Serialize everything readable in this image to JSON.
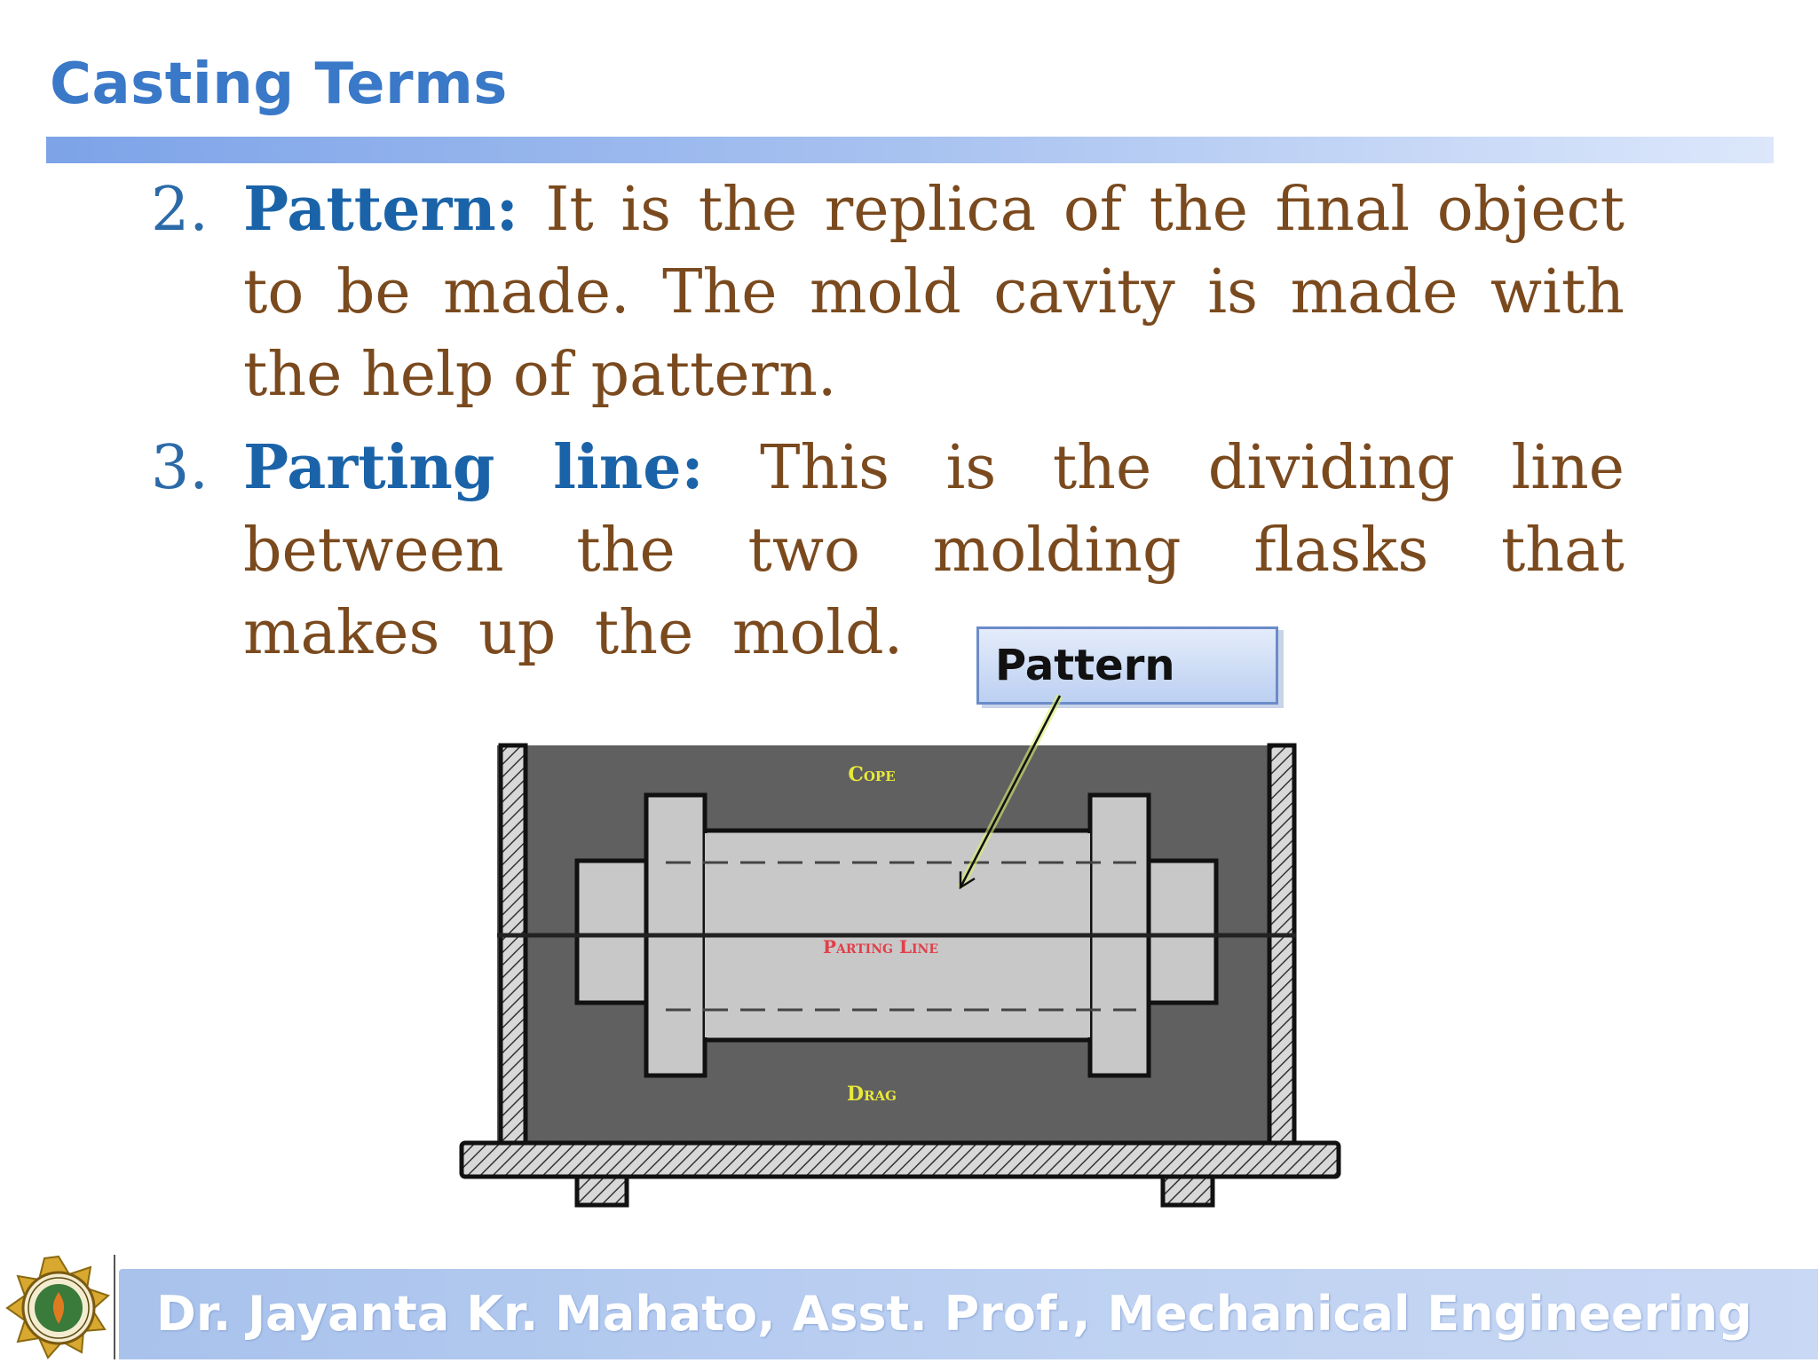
{
  "slide": {
    "title": "Casting Terms"
  },
  "items": [
    {
      "number": "2.",
      "term": "Pattern:",
      "text": " It is the replica of the final object to be made. The mold cavity is made with the help of pattern."
    },
    {
      "number": "3.",
      "term": "Parting line:",
      "text": " This is the dividing line between the two molding flasks that makes up the mold."
    }
  ],
  "diagram": {
    "callout_label": "Pattern",
    "cope_label": "Cope",
    "parting_line_label": "Parting Line",
    "drag_label": "Drag",
    "colors": {
      "sand": "#5f5f5f",
      "pattern": "#c8c8c8",
      "label_yellow": "#e8e83a",
      "label_red": "#e0404a"
    }
  },
  "footer": {
    "text": "Dr. Jayanta Kr. Mahato, Asst. Prof., Mechanical Engineering",
    "logo_icon": "university-seal-icon"
  }
}
